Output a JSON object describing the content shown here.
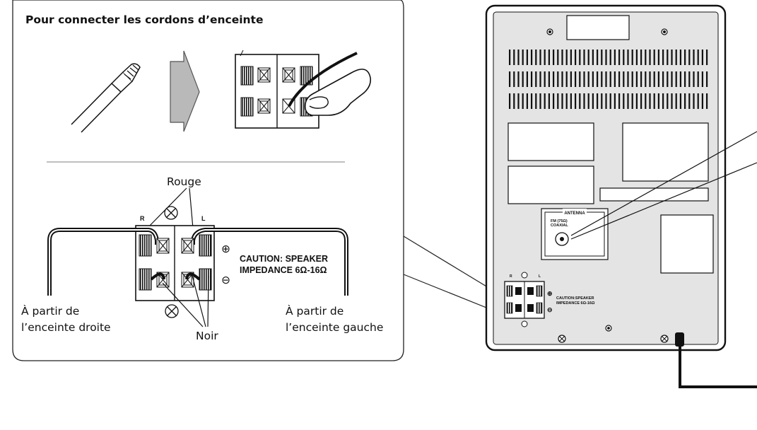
{
  "callout": {
    "title": "Pour connecter les cordons d’enceinte",
    "label_red": "Rouge",
    "label_black": "Noir",
    "terminal_r": "R",
    "terminal_l": "L",
    "plus_sign": "⊕",
    "minus_sign": "⊖",
    "caution_line1": "CAUTION: SPEAKER",
    "caution_line2": "IMPEDANCE 6Ω-16Ω",
    "right_speaker_line1": "À partir de",
    "right_speaker_line2": "l’enceinte droite",
    "left_speaker_line1": "À partir de",
    "left_speaker_line2": "l’enceinte gauche"
  },
  "unit": {
    "antenna_label": "ANTENNA",
    "fm_line1": "FM (75Ω)",
    "fm_line2": "COAXIAL",
    "terminal_r": "R",
    "terminal_l": "L",
    "caution_line1": "CAUTION:SPEAKER",
    "caution_line2": "IMPEDANCE 6Ω-16Ω"
  }
}
